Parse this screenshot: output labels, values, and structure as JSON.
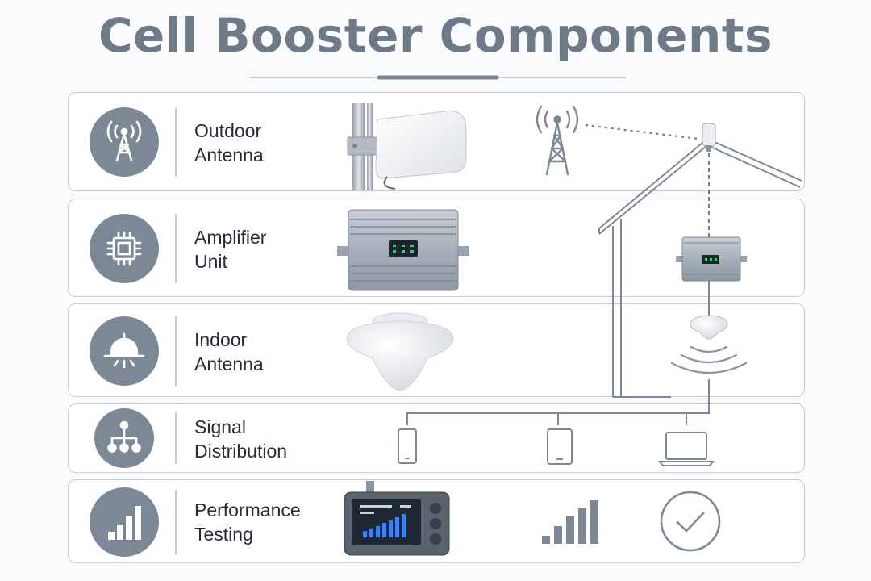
{
  "title": "Cell Booster Components",
  "components": [
    {
      "line1": "Outdoor",
      "line2": "Antenna",
      "icon": "cell-tower-icon"
    },
    {
      "line1": "Amplifier",
      "line2": "Unit",
      "icon": "chip-icon"
    },
    {
      "line1": "Indoor",
      "line2": "Antenna",
      "icon": "dome-antenna-icon"
    },
    {
      "line1": "Signal",
      "line2": "Distribution",
      "icon": "network-icon"
    },
    {
      "line1": "Performance",
      "line2": "Testing",
      "icon": "signal-bars-icon"
    }
  ],
  "colors": {
    "title": "#6e7a88",
    "icon_circle": "#7d8896",
    "border": "#c6ccd4",
    "line": "#7d8896",
    "device_screen": "#1f2933",
    "screen_bars": "#3b82f6",
    "led": "#37d07a"
  }
}
